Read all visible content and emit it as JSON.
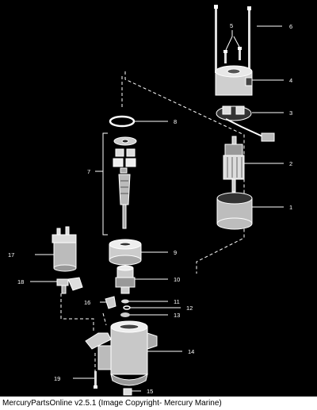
{
  "callouts": [
    "1",
    "2",
    "3",
    "4",
    "5",
    "6",
    "7",
    "8",
    "9",
    "10",
    "11",
    "12",
    "13",
    "14",
    "15",
    "16",
    "17",
    "18",
    "19"
  ],
  "caption": "MercuryPartsOnline v2.5.1 (Image Copyright- Mercury Marine)",
  "colors": {
    "background": "#000000",
    "line": "#ffffff",
    "caption_text": "#000000",
    "page": "#ffffff"
  }
}
